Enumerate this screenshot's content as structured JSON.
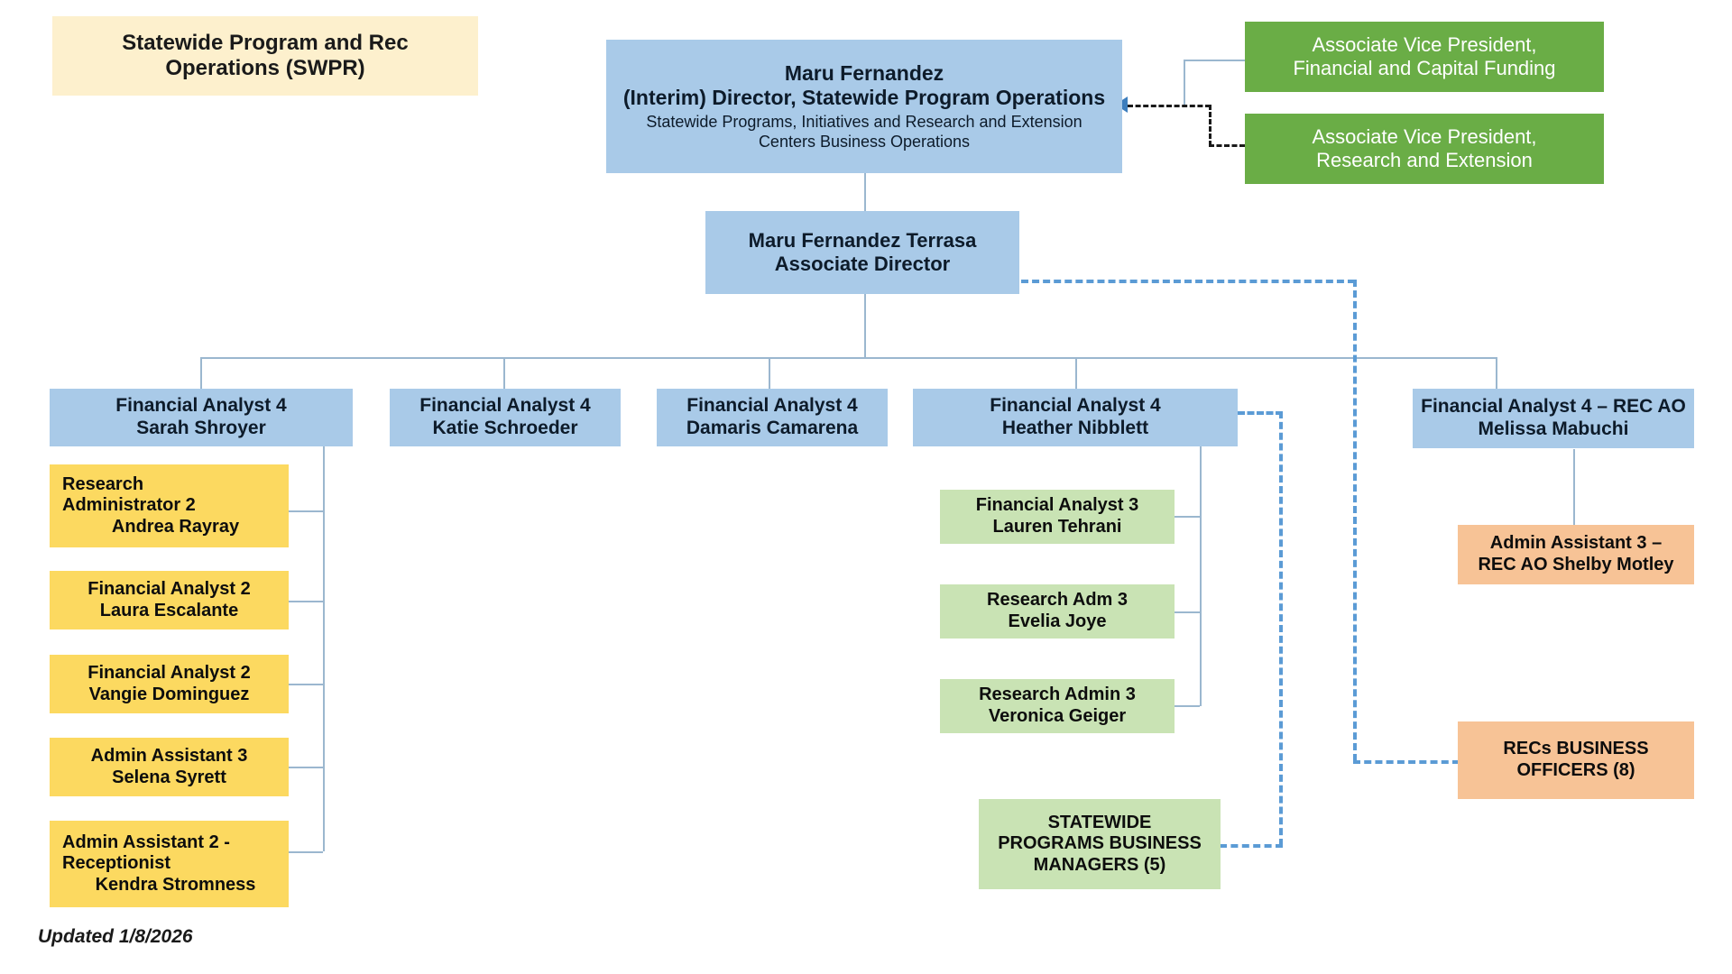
{
  "chart_title": {
    "line1": "Statewide Program and Rec",
    "line2": "Operations (SWPR)"
  },
  "director": {
    "name": "Maru Fernandez",
    "title": "(Interim) Director, Statewide Program Operations",
    "scope_line1": "Statewide Programs, Initiatives and Research and Extension",
    "scope_line2": "Centers Business Operations"
  },
  "dotted_reports": [
    {
      "line1": "Associate Vice President,",
      "line2": "Financial and Capital Funding"
    },
    {
      "line1": "Associate Vice President,",
      "line2": "Research and Extension"
    }
  ],
  "associate_director": {
    "name": "Maru Fernandez Terrasa",
    "title": "Associate Director"
  },
  "columns": [
    {
      "head": {
        "line1": "Financial Analyst 4",
        "line2": "Sarah Shroyer"
      },
      "reports": [
        {
          "line1": "Research",
          "line2": "Administrator 2",
          "line3": "Andrea Rayray"
        },
        {
          "line1": "Financial Analyst 2",
          "line2": "Laura Escalante"
        },
        {
          "line1": "Financial Analyst 2",
          "line2": "Vangie Dominguez"
        },
        {
          "line1": "Admin Assistant 3",
          "line2": "Selena Syrett"
        },
        {
          "line1": "Admin Assistant 2 -",
          "line2": "Receptionist",
          "line3": "Kendra Stromness"
        }
      ]
    },
    {
      "head": {
        "line1": "Financial Analyst  4",
        "line2": "Katie Schroeder"
      },
      "reports": []
    },
    {
      "head": {
        "line1": "Financial Analyst 4",
        "line2": "Damaris Camarena"
      },
      "reports": []
    },
    {
      "head": {
        "line1": "Financial Analyst 4",
        "line2": "Heather Nibblett"
      },
      "reports": [
        {
          "line1": "Financial Analyst 3",
          "line2": "Lauren Tehrani"
        },
        {
          "line1": "Research Adm 3",
          "line2": "Evelia Joye"
        },
        {
          "line1": "Research Admin 3",
          "line2": "Veronica Geiger"
        }
      ],
      "dotted_group": {
        "line1": "STATEWIDE",
        "line2": "PROGRAMS BUSINESS",
        "line3": "MANAGERS (5)"
      }
    },
    {
      "head": {
        "line1": "Financial Analyst 4 – REC AO",
        "line2": "Melissa Mabuchi"
      },
      "reports": [
        {
          "line1": "Admin Assistant 3 –",
          "line2": "REC AO  Shelby Motley"
        }
      ],
      "dotted_group": {
        "line1": "RECs BUSINESS",
        "line2": "OFFICERS (8)"
      }
    }
  ],
  "footer": "Updated 1/8/2026",
  "colors": {
    "cream": "#fdf0cd",
    "blue": "#a9cae8",
    "green": "#6aad46",
    "light_green": "#c9e3b4",
    "yellow": "#fcd960",
    "orange": "#f7c396",
    "connector_solid": "#9bb7cf",
    "connector_dashed_blue": "#5b9bd5",
    "connector_dashed_black": "#1a1a1a"
  }
}
